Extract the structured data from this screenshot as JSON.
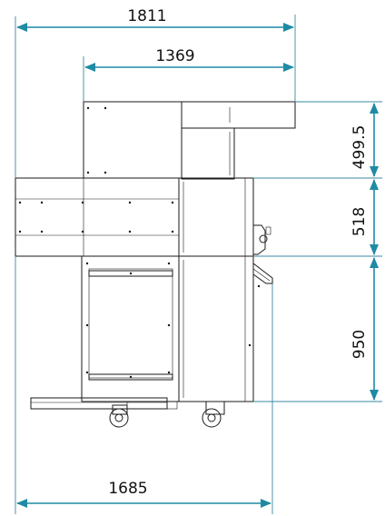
{
  "dimensions": {
    "overall_width": "1811",
    "upper_width": "1369",
    "bottom_width": "1685",
    "height_top": "499.5",
    "height_middle": "518",
    "height_bottom": "950"
  },
  "colors": {
    "dimension_line": "#1f8aa3",
    "machine_outline": "#1a1a1a"
  }
}
